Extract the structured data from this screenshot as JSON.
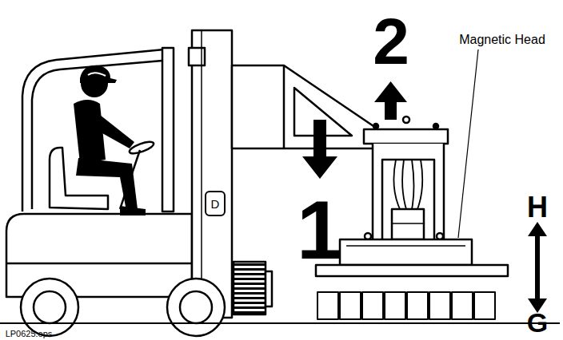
{
  "diagram": {
    "labels": [
      "2",
      "Magnetic Head",
      "D",
      "1",
      "H",
      "G",
      "LP0625.eps"
    ]
  }
}
